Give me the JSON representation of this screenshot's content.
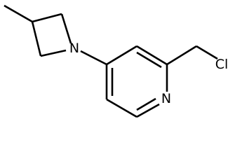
{
  "molecule": {
    "atoms": {
      "ring_nitrogen": "N",
      "azetidine_nitrogen": "N",
      "chlorine": "Cl"
    },
    "colors": {
      "bond": "#000000",
      "label": "#000000",
      "background": "#ffffff"
    }
  }
}
